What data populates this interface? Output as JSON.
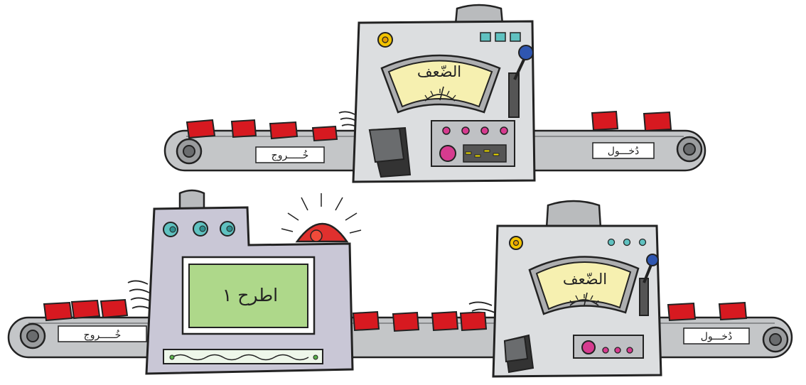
{
  "machines": {
    "top": {
      "gauge_label": "الضّعف",
      "exit_label": "خُـــــروج",
      "entry_label": "دُخـــول"
    },
    "bottom_left": {
      "screen_text": "اطرح ١",
      "exit_label": "خُـــــروج"
    },
    "bottom_right": {
      "gauge_label": "الضّعف",
      "entry_label": "دُخـــول"
    }
  },
  "colors": {
    "box_red": "#d71920",
    "machine_gray": "#dcdee0",
    "machine_purple_gray": "#c9c7d6",
    "gauge_yellow": "#f6f0b0",
    "screen_green": "#aed88a",
    "teal": "#5fc1c0",
    "magenta": "#d63b8f",
    "alarm_red": "#e0302e",
    "belt_gray": "#c4c6c8"
  },
  "icons": [
    "gear-wheel-icon",
    "alarm-light-icon",
    "gauge-needle-icon",
    "lever-icon",
    "button-icon"
  ]
}
